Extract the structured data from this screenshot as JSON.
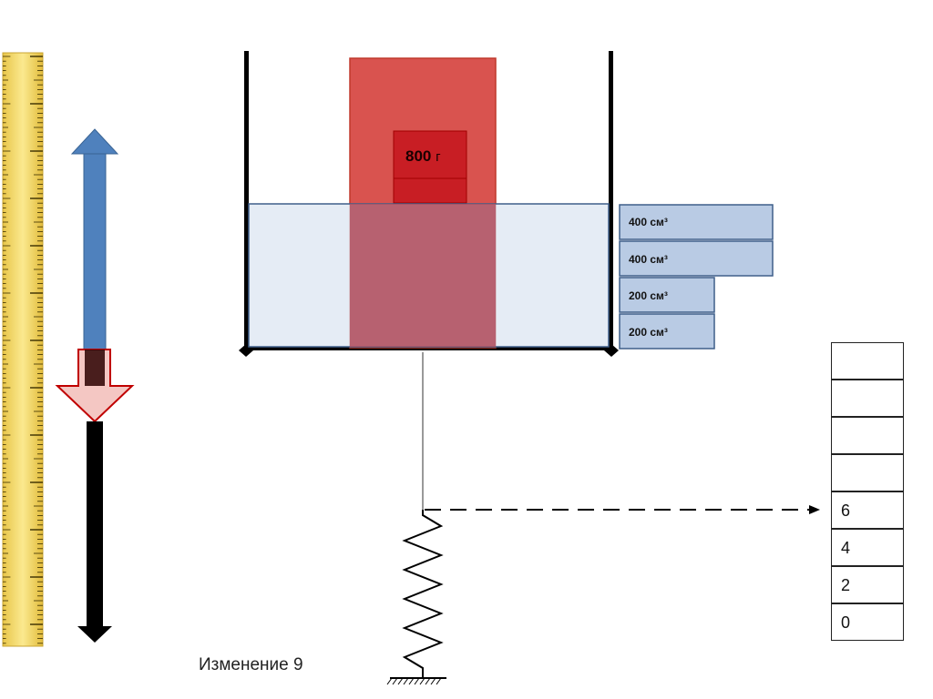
{
  "mass": {
    "value": "800",
    "unit": "г"
  },
  "volume_blocks": [
    {
      "label": "400 см³"
    },
    {
      "label": "400 см³"
    },
    {
      "label": "200 см³"
    },
    {
      "label": "200 см³"
    }
  ],
  "scale": {
    "cells": [
      "",
      "",
      "",
      "",
      "6",
      "4",
      "2",
      "0"
    ]
  },
  "caption": "Изменение 9",
  "colors": {
    "weight": "#d9534f",
    "weight_inner": "#c81e24",
    "water": "#dce6f2",
    "water_border": "#3f5f8a",
    "block_fill": "#b9cbe4",
    "arrow_up": "#4f81bd",
    "arrow_down_fill": "#f4c7c3",
    "arrow_down_border": "#c00000",
    "ruler": "#f0d66a"
  },
  "icons": {
    "up_arrow": "arrow-up-icon",
    "down_arrow": "arrow-down-icon",
    "spring": "spring-icon",
    "ground": "ground-hatch-icon"
  }
}
